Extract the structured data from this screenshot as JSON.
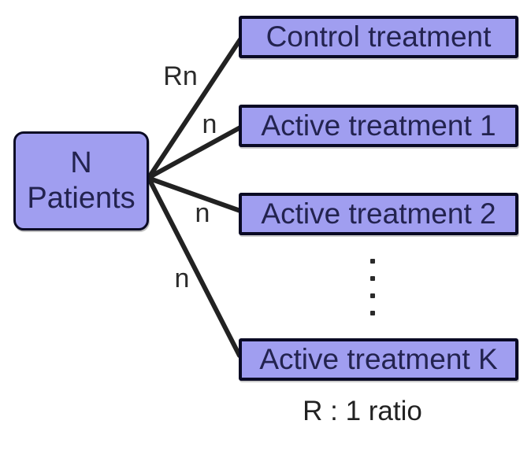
{
  "colors": {
    "box-fill": "#a09ef0",
    "box-border": "#0a0a24",
    "box-text": "#23234f",
    "line": "#222222",
    "label-text": "#2b2b2b",
    "background": "#ffffff"
  },
  "diagram": {
    "root_box": {
      "lines": [
        "N",
        "Patients"
      ]
    },
    "branches": [
      {
        "edge_label": "Rn",
        "box_label": "Control treatment"
      },
      {
        "edge_label": "n",
        "box_label": "Active treatment 1"
      },
      {
        "edge_label": "n",
        "box_label": "Active treatment 2"
      },
      {
        "edge_label": "n",
        "box_label": "Active treatment K"
      }
    ],
    "footnote": "R : 1 ratio"
  }
}
